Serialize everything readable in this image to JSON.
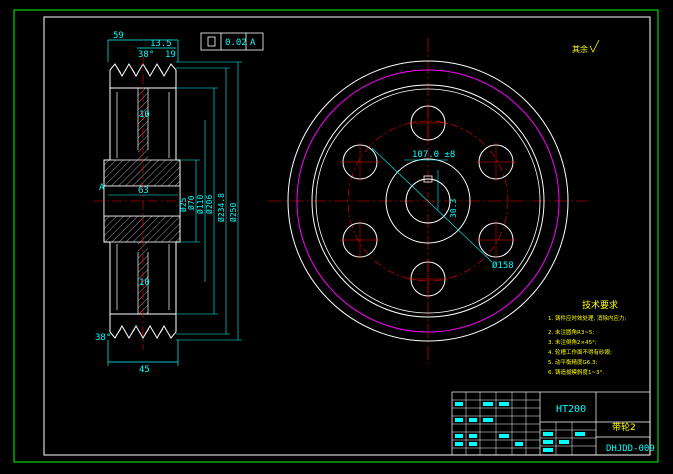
{
  "colors": {
    "background": "#000000",
    "frame": "#00ff00",
    "outline": "#ffffff",
    "dimension": "#00ffff",
    "centerline": "#ff0000",
    "accent": "#ff00ff",
    "note": "#ffff00"
  },
  "side_view": {
    "dims_top": [
      "59",
      "13.5",
      "38°",
      "19"
    ],
    "tolerance_frame": [
      "0.02",
      "A"
    ],
    "dims_vertical": [
      "Ø70",
      "Ø110",
      "Ø206",
      "Ø234.8",
      "Ø250"
    ],
    "dims_inner": [
      "10",
      "63",
      "10",
      "Ø25"
    ],
    "dims_bottom": [
      "38°",
      "45"
    ],
    "datum": "A"
  },
  "front_view": {
    "bore_label": "107.0 ±8",
    "keyway_label": "30.3",
    "hole_circle_label": "Ø158"
  },
  "surface_note": "其余",
  "tech_requirements": {
    "title": "技术要求",
    "items": [
      "1. 铸件应时效处理, 消除内应力;",
      "2. 未注圆角R3~5;",
      "3. 未注倒角2×45°;",
      "4. 轮槽工作面不得有砂眼;",
      "5. 动平衡精度G6.3;",
      "6. 铸造拔模斜度1~3°."
    ]
  },
  "title_block": {
    "material": "HT200",
    "part_name": "带轮2",
    "drawing_number": "DHJDD-009"
  }
}
